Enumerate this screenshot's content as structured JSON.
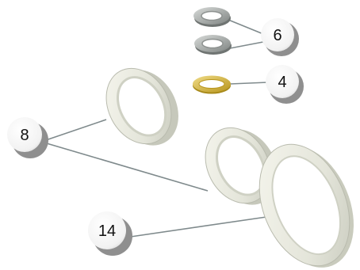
{
  "callouts": {
    "seal_small": "6",
    "gasket_brass": "4",
    "ring_medium": "8",
    "ring_large": "14"
  },
  "colors": {
    "background": "#ffffff",
    "ring_white": "#e9eadf",
    "ring_shade": "#c9cbbd",
    "ring_grey": "#8e9290",
    "ring_grey_light": "#c7cbc9",
    "brass": "#c9a72a",
    "brass_light": "#e9d27a",
    "leader": "#7f8a8c",
    "badge_shadow": "#8f8f8f"
  }
}
